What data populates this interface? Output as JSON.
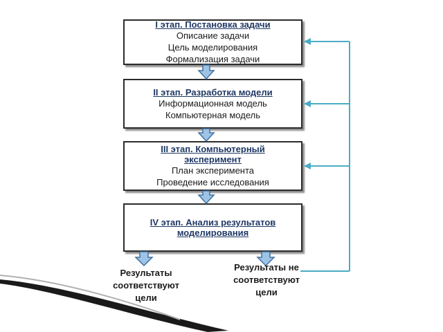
{
  "stages": [
    {
      "title": "I этап. Постановка задачи",
      "lines": [
        "Описание задачи",
        "Цель моделирования",
        "Формализация задачи"
      ]
    },
    {
      "title": "II этап. Разработка модели",
      "lines": [
        "Информационная модель",
        "Компьютерная модель"
      ]
    },
    {
      "title_lines": [
        "III этап. Компьютерный",
        "эксперимент"
      ],
      "lines": [
        "План эксперимента",
        "Проведение исследования"
      ]
    },
    {
      "title_lines": [
        "IV этап. Анализ результатов",
        "моделирования"
      ]
    }
  ],
  "results": {
    "match": [
      "Результаты",
      "соответствуют",
      "цели"
    ],
    "no_match": [
      "Результаты не",
      "соответствуют",
      "цели"
    ]
  },
  "colors": {
    "down_arrow_fill": "#9dc3e6",
    "down_arrow_stroke": "#41719c",
    "feedback_line": "#4aacc5"
  }
}
